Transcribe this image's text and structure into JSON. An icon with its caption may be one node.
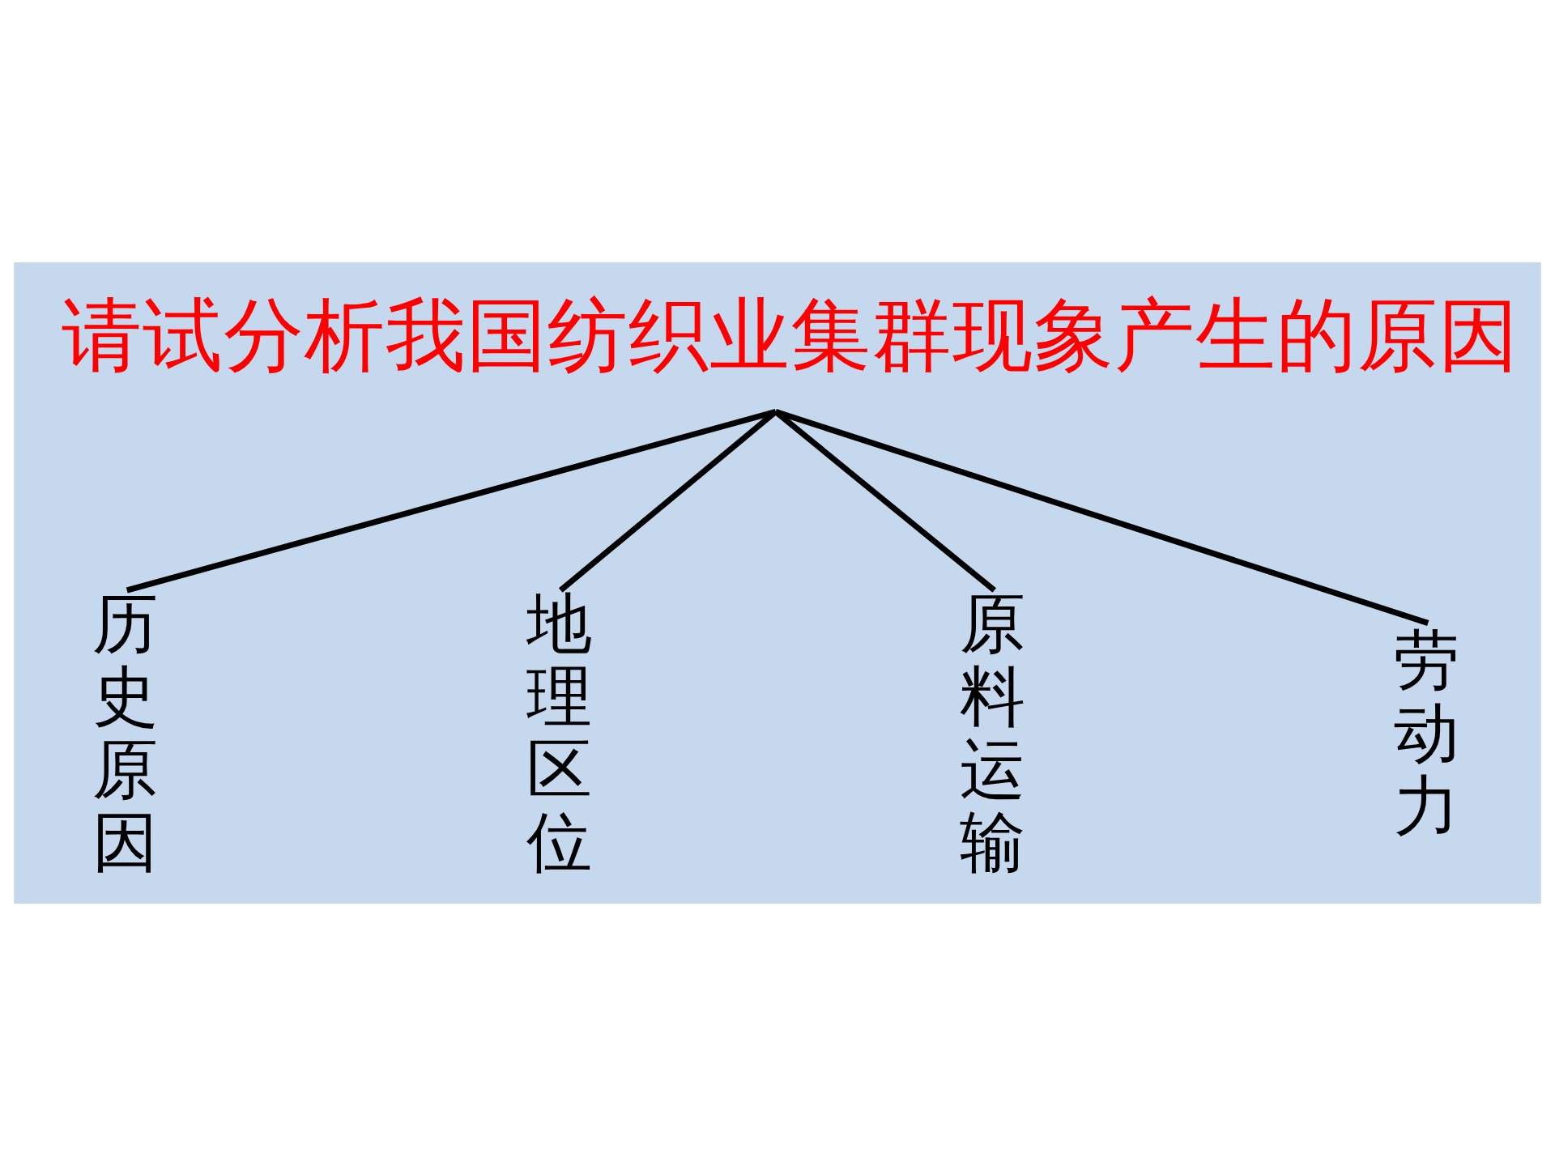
{
  "diagram": {
    "nodes": [
      {
        "text": [
          "请试分析我国纺织业集群现象产生的原因"
        ]
      },
      {
        "text": [
          "历史原因"
        ]
      },
      {
        "text": [
          "地理区位"
        ]
      },
      {
        "text": [
          "原料运输"
        ]
      },
      {
        "text": [
          "劳动力"
        ]
      }
    ],
    "edges": [
      {
        "from": 0,
        "to": 1,
        "arrow": "none"
      },
      {
        "from": 0,
        "to": 2,
        "arrow": "none"
      },
      {
        "from": 0,
        "to": 3,
        "arrow": "none"
      },
      {
        "from": 0,
        "to": 4,
        "arrow": "none"
      }
    ]
  }
}
